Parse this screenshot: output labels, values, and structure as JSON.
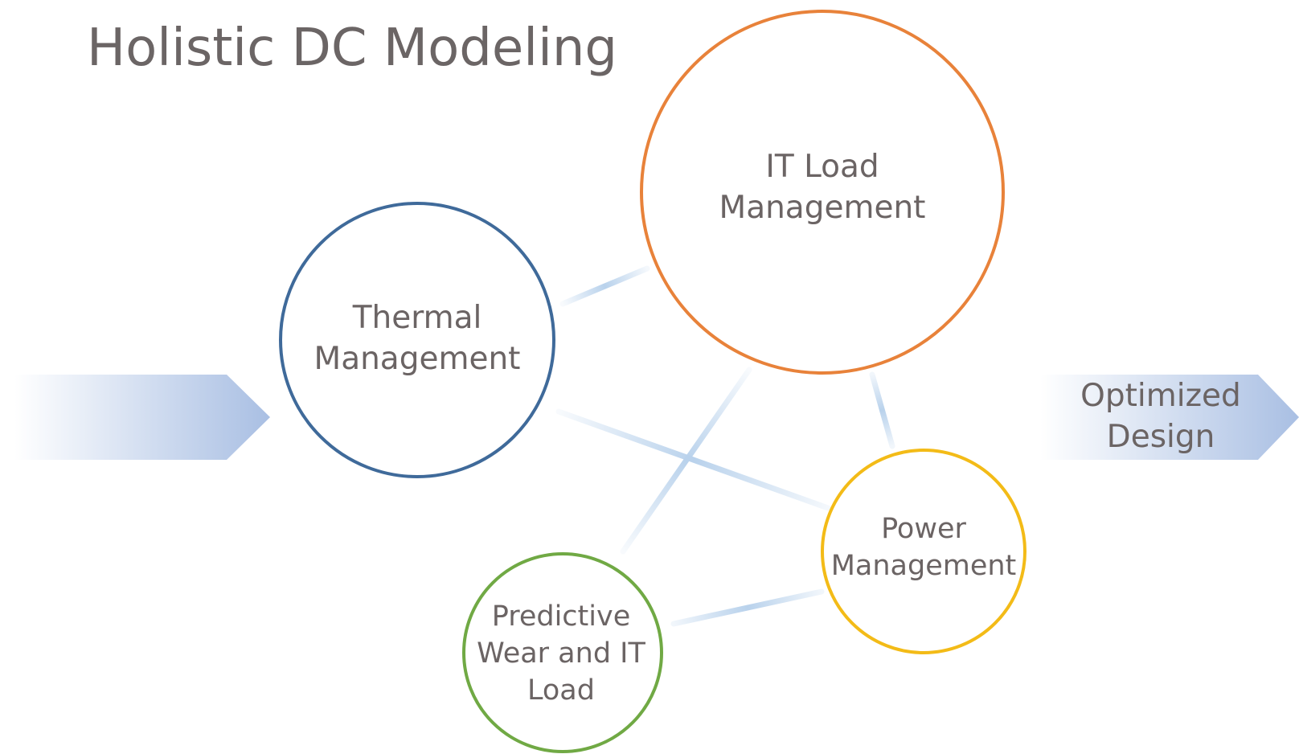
{
  "title": "Holistic DC Modeling",
  "nodes": {
    "it_load": {
      "label": "IT Load\nManagement",
      "color": "#e8823a"
    },
    "thermal": {
      "label": "Thermal\nManagement",
      "color": "#3f6a9a"
    },
    "power": {
      "label": "Power\nManagement",
      "color": "#f3bb17"
    },
    "predictive": {
      "label": "Predictive\nWear and IT\nLoad",
      "color": "#70a944"
    }
  },
  "connector_color": "#b9d2ec",
  "arrows": {
    "input": {
      "label": "",
      "color": "#a9bfe3"
    },
    "output": {
      "label": "Optimized\nDesign",
      "color": "#a9bfe3"
    }
  }
}
